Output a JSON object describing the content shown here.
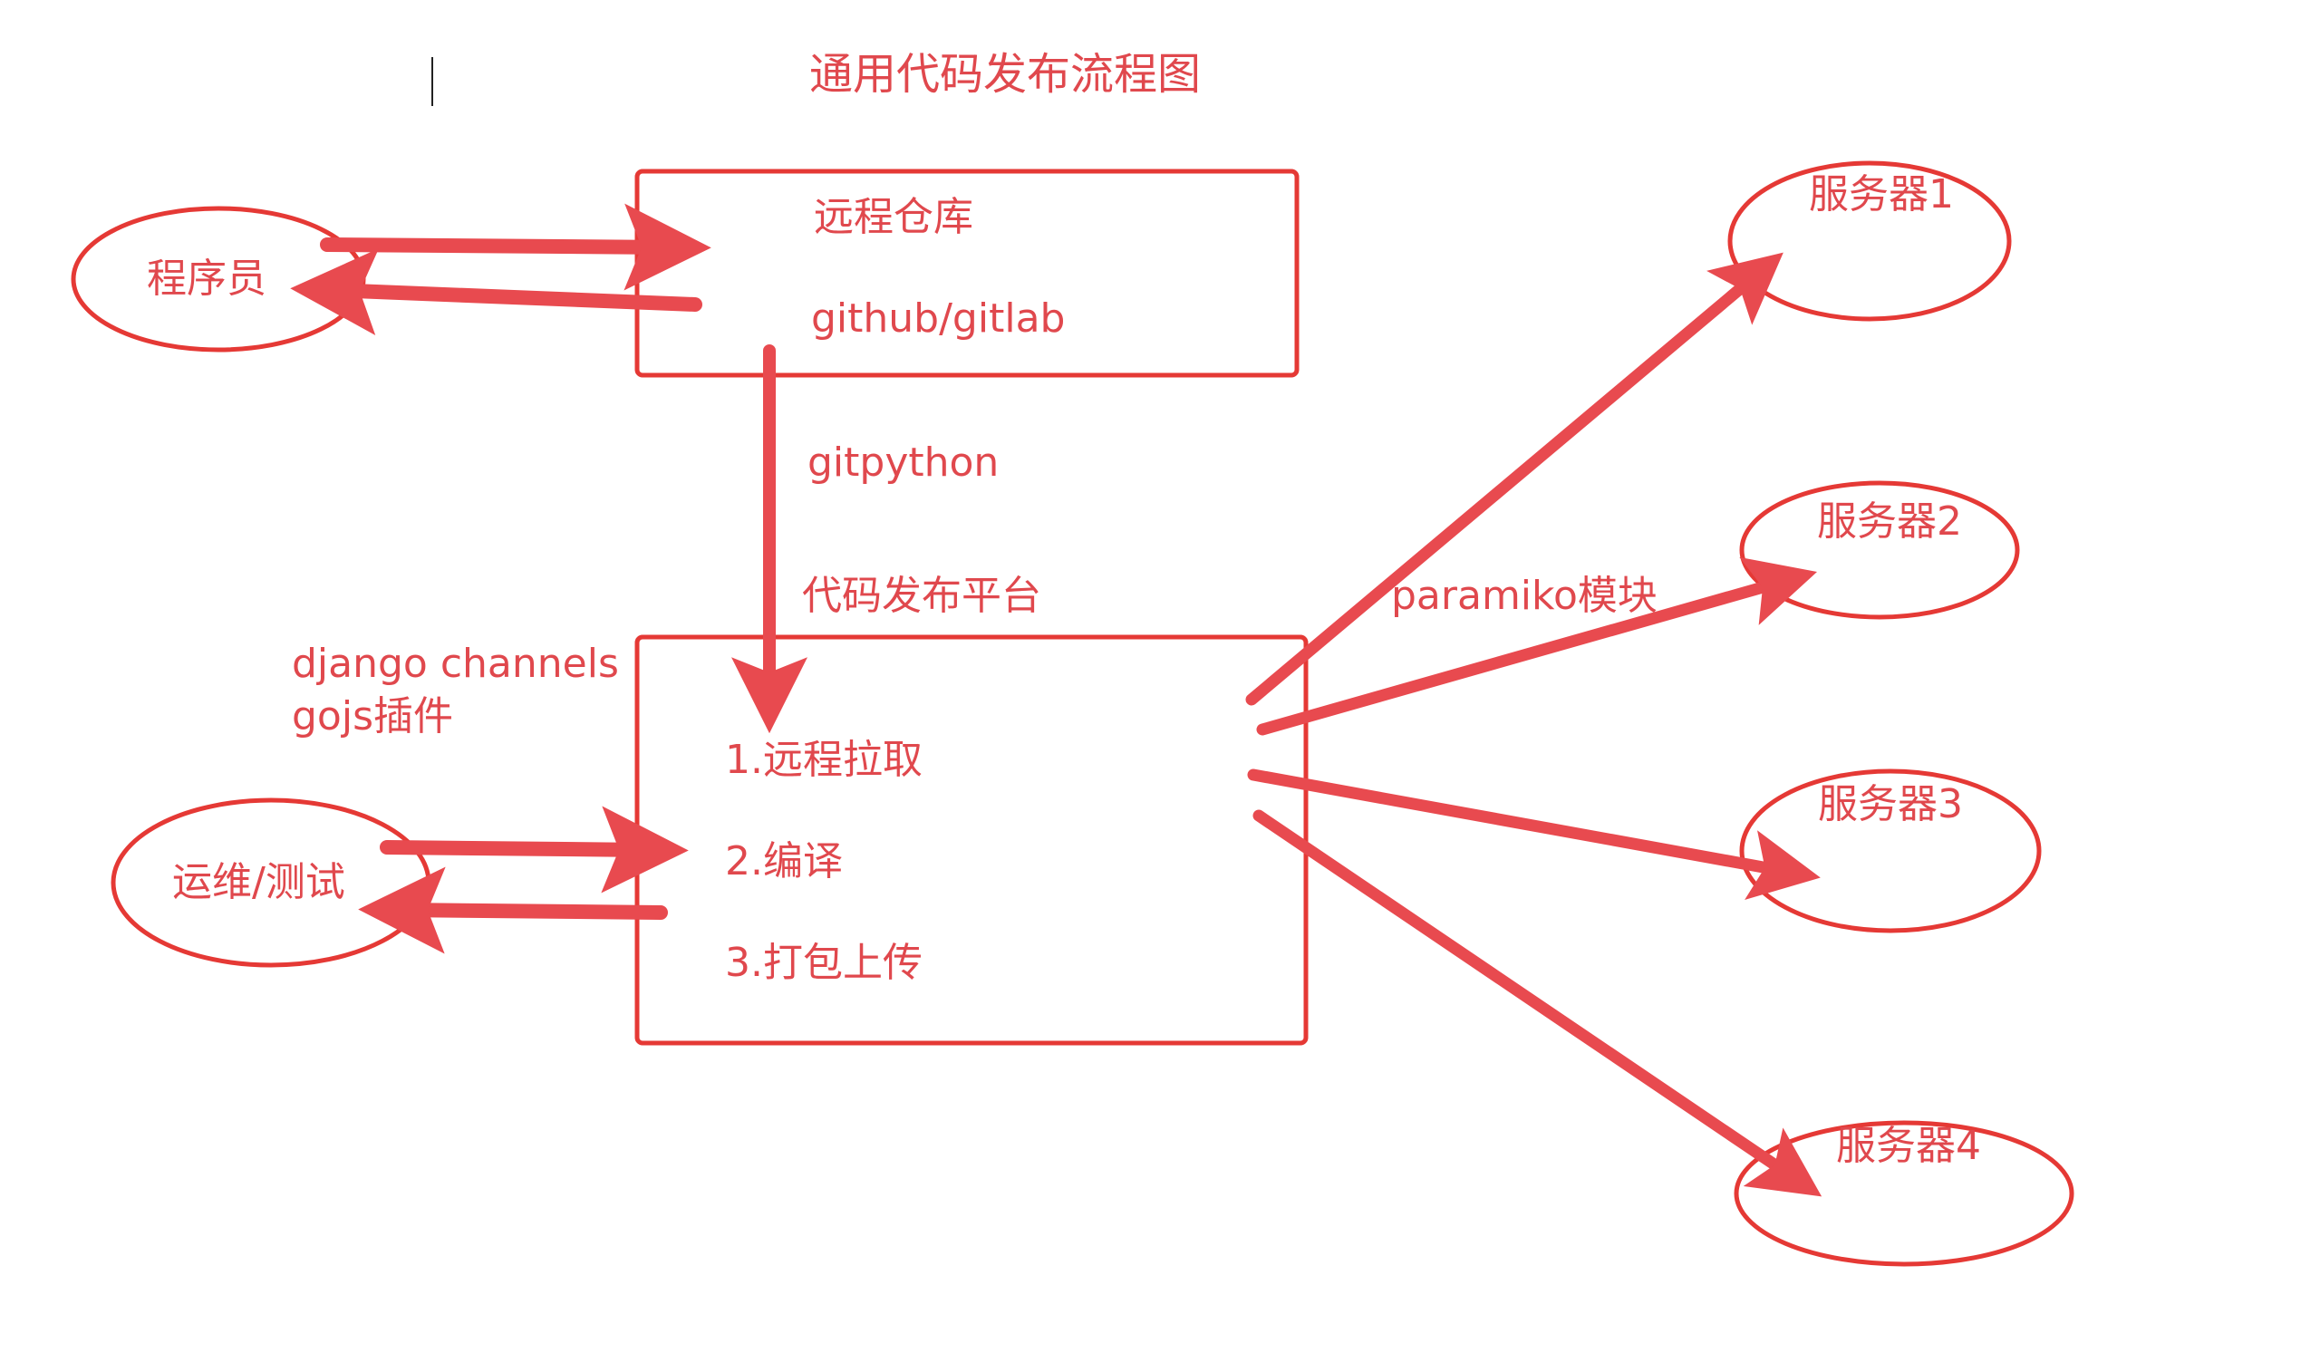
{
  "title": "通用代码发布流程图",
  "colors": {
    "stroke": "#e53935",
    "arrow": "#e84a4f",
    "text": "#e0484d"
  },
  "nodes": {
    "programmer": {
      "label": "程序员",
      "shape": "ellipse"
    },
    "repo": {
      "line1": "远程仓库",
      "line2": "github/gitlab",
      "shape": "rectangle"
    },
    "platform": {
      "caption": "代码发布平台",
      "steps": [
        "1.远程拉取",
        "2.编译",
        "3.打包上传"
      ],
      "shape": "rectangle"
    },
    "ops": {
      "label": "运维/测试",
      "shape": "ellipse"
    },
    "servers": [
      {
        "label": "服务器1"
      },
      {
        "label": "服务器2"
      },
      {
        "label": "服务器3"
      },
      {
        "label": "服务器4"
      }
    ]
  },
  "edge_labels": {
    "repo_to_platform": "gitpython",
    "platform_to_servers": "paramiko模块",
    "ops_platform_line1": "django channels",
    "ops_platform_line2": "gojs插件"
  },
  "edges": [
    {
      "from": "programmer",
      "to": "repo"
    },
    {
      "from": "repo",
      "to": "programmer"
    },
    {
      "from": "repo",
      "to": "platform",
      "label": "gitpython"
    },
    {
      "from": "ops",
      "to": "platform"
    },
    {
      "from": "platform",
      "to": "ops"
    },
    {
      "from": "platform",
      "to": "server1",
      "label": "paramiko模块"
    },
    {
      "from": "platform",
      "to": "server2"
    },
    {
      "from": "platform",
      "to": "server3"
    },
    {
      "from": "platform",
      "to": "server4"
    }
  ]
}
